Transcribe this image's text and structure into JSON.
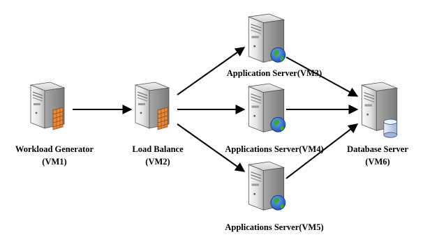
{
  "colors": {
    "arrow": "#000000",
    "server_light": "#f2f2f2",
    "server_mid": "#d4d4d4",
    "server_dark": "#8c8c8c",
    "firewall": "#e8883a",
    "globe_blue": "#1f5fc4",
    "globe_green": "#3aa83a",
    "database": "#c9d8ee"
  },
  "nodes": {
    "vm1": {
      "line1": "Workload Generator",
      "line2": "(VM1)",
      "icon": "server-firewall-icon"
    },
    "vm2": {
      "line1": "Load Balance",
      "line2": "(VM2)",
      "icon": "server-firewall-icon"
    },
    "vm3": {
      "line1": "Application Server(VM3)",
      "icon": "server-globe-icon"
    },
    "vm4": {
      "line1": "Applications Server(VM4)",
      "icon": "server-globe-icon"
    },
    "vm5": {
      "line1": "Applications Server(VM5)",
      "icon": "server-globe-icon"
    },
    "vm6": {
      "line1": "Database Server",
      "line2": "(VM6)",
      "icon": "server-database-icon"
    }
  },
  "edges": [
    {
      "from": "vm1",
      "to": "vm2"
    },
    {
      "from": "vm2",
      "to": "vm3"
    },
    {
      "from": "vm2",
      "to": "vm4"
    },
    {
      "from": "vm2",
      "to": "vm5"
    },
    {
      "from": "vm3",
      "to": "vm6"
    },
    {
      "from": "vm4",
      "to": "vm6"
    },
    {
      "from": "vm5",
      "to": "vm6"
    }
  ]
}
